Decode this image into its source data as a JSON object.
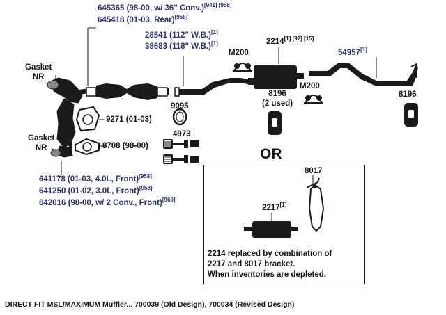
{
  "labels": {
    "p645365": {
      "text": "645365 (98-00, w/ 36\" Conv.)",
      "ref": "[941] [958]"
    },
    "p645418": {
      "text": "645418 (01-03, Rear)",
      "ref": "[958]"
    },
    "p28541": {
      "text": "28541 (112\" W.B.)",
      "ref": "[1]"
    },
    "p38683": {
      "text": "38683 (118\" W.B.)",
      "ref": "[1]"
    },
    "p2214": {
      "text": "2214",
      "ref": "[1] [92] [15]"
    },
    "m200_top": "M200",
    "m200_right": "M200",
    "p54957": {
      "text": "54957",
      "ref": "[1]"
    },
    "gasket_top": [
      "Gasket",
      "NR"
    ],
    "gasket_bottom": [
      "Gasket",
      "NR"
    ],
    "p9271": "9271 (01-03)",
    "p8708": "8708 (98-00)",
    "p9095": "9095",
    "p8196_center": [
      "8196",
      "(2 used)"
    ],
    "p8196_right": "8196",
    "p4973": "4973",
    "p641178": {
      "text": "641178 (01-03, 4.0L, Front)",
      "ref": "[958]"
    },
    "p641250": {
      "text": "641250 (01-02, 3.0L, Front)",
      "ref": "[958]"
    },
    "p642016": {
      "text": "642016 (98-00, w/ 2 Conv., Front)",
      "ref": "[960]"
    },
    "or": "OR",
    "p8017": "8017",
    "p2217": {
      "text": "2217",
      "ref": "[1]"
    },
    "note": [
      "2214 replaced by combination of",
      "2217 and 8017 bracket.",
      "When inventories are depleted."
    ],
    "footer": "DIRECT FIT MSL/MAXIMUM Muffler... 700039 (Old Design), 700034 (Revised Design)"
  }
}
